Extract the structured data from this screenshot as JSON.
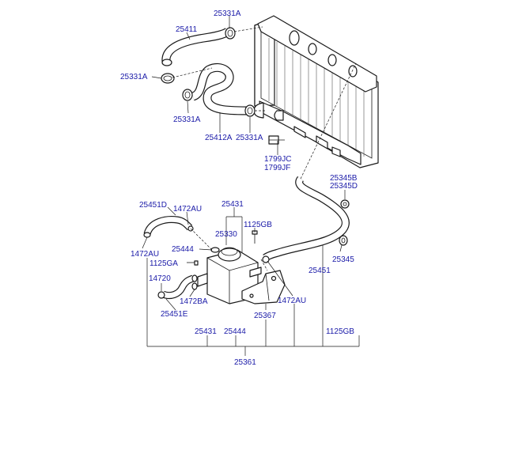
{
  "labels": {
    "p25331A_top": "25331A",
    "p25411": "25411",
    "p25331A_left": "25331A",
    "p25331A_mid": "25331A",
    "p25412A": "25412A",
    "p25331A_bot": "25331A",
    "p1799JC": "1799JC",
    "p1799JF": "1799JF",
    "p25345B": "25345B",
    "p25345D": "25345D",
    "p25451D": "25451D",
    "p1472AU_a": "1472AU",
    "p25431_top": "25431",
    "p1125GB_top": "1125GB",
    "p25330": "25330",
    "p25444_top": "25444",
    "p1472AU_b": "1472AU",
    "p1125GA": "1125GA",
    "p25345": "25345",
    "p14720": "14720",
    "p25451": "25451",
    "p1472BA": "1472BA",
    "p1472AU_c": "1472AU",
    "p25451E": "25451E",
    "p25367": "25367",
    "p25431_bot": "25431",
    "p25444_bot": "25444",
    "p1125GB_bot": "1125GB",
    "p25361": "25361"
  },
  "colors": {
    "label_text": "#1a1aa8",
    "line_art": "#1a1a1a",
    "background": "#ffffff"
  }
}
